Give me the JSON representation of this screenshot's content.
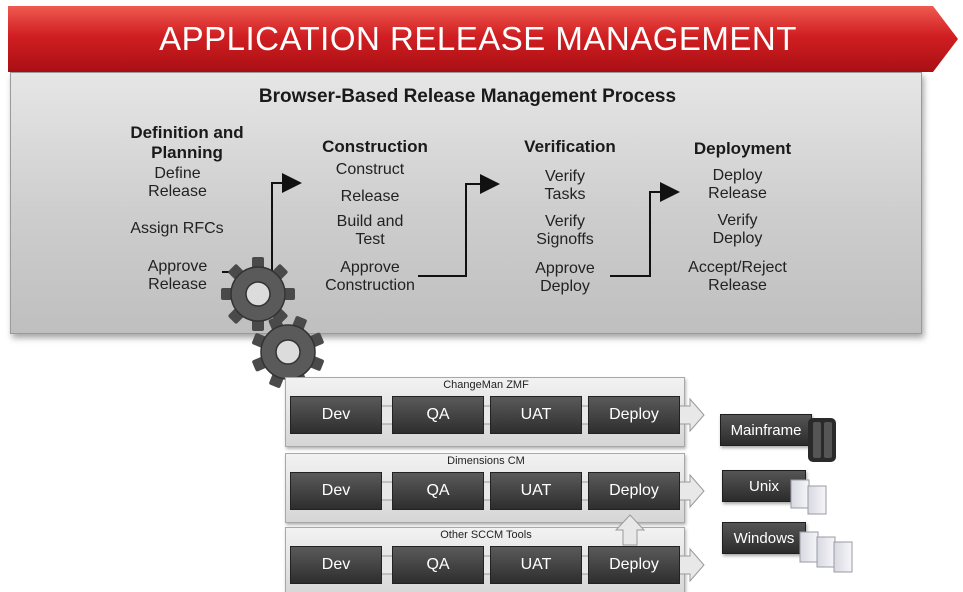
{
  "banner": {
    "title": "APPLICATION RELEASE MANAGEMENT"
  },
  "process": {
    "title": "Browser-Based Release Management Process",
    "phases": [
      {
        "heading_line1": "Definition and",
        "heading_line2": "Planning",
        "steps": [
          "Define Release",
          "Assign RFCs",
          "Approve Release"
        ]
      },
      {
        "heading": "Construction",
        "steps": [
          "Construct",
          "Release",
          "Build and Test",
          "Approve Construction"
        ]
      },
      {
        "heading": "Verification",
        "steps": [
          "Verify Tasks",
          "Verify Signoffs",
          "Approve Deploy"
        ]
      },
      {
        "heading": "Deployment",
        "steps": [
          "Deploy Release",
          "Verify Deploy",
          "Accept/Reject Release"
        ]
      }
    ]
  },
  "tools": [
    {
      "name": "ChangeMan ZMF",
      "stages": [
        "Dev",
        "QA",
        "UAT",
        "Deploy"
      ]
    },
    {
      "name": "Dimensions CM",
      "stages": [
        "Dev",
        "QA",
        "UAT",
        "Deploy"
      ]
    },
    {
      "name": "Other SCCM Tools",
      "stages": [
        "Dev",
        "QA",
        "UAT",
        "Deploy"
      ]
    }
  ],
  "platforms": [
    "Mainframe",
    "Unix",
    "Windows"
  ],
  "colors": {
    "banner_red": "#c8161d",
    "banner_red_light": "#e8453c",
    "stage_dark": "#3a3a3a",
    "panel_gray": "#cfcfcf"
  },
  "icons": [
    "gear-icon",
    "mainframe-server-icon",
    "unix-server-icon",
    "windows-server-icon",
    "arrow-right-icon",
    "arrow-up-icon"
  ]
}
